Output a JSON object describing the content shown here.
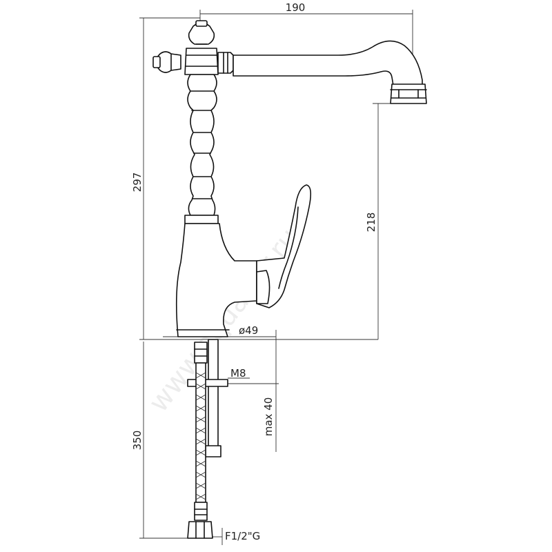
{
  "diagram": {
    "dimensions": {
      "spout_reach": "190",
      "total_height": "297",
      "spout_height": "218",
      "base_diameter": "ø49",
      "stud_thread": "M8",
      "max_counter_thickness": "max 40",
      "hose_length": "350",
      "connection": "F1/2\"G"
    },
    "watermark": "www.aquamir.ru",
    "colors": {
      "line": "#111111",
      "dimension_line": "#333333",
      "background": "#ffffff"
    }
  }
}
